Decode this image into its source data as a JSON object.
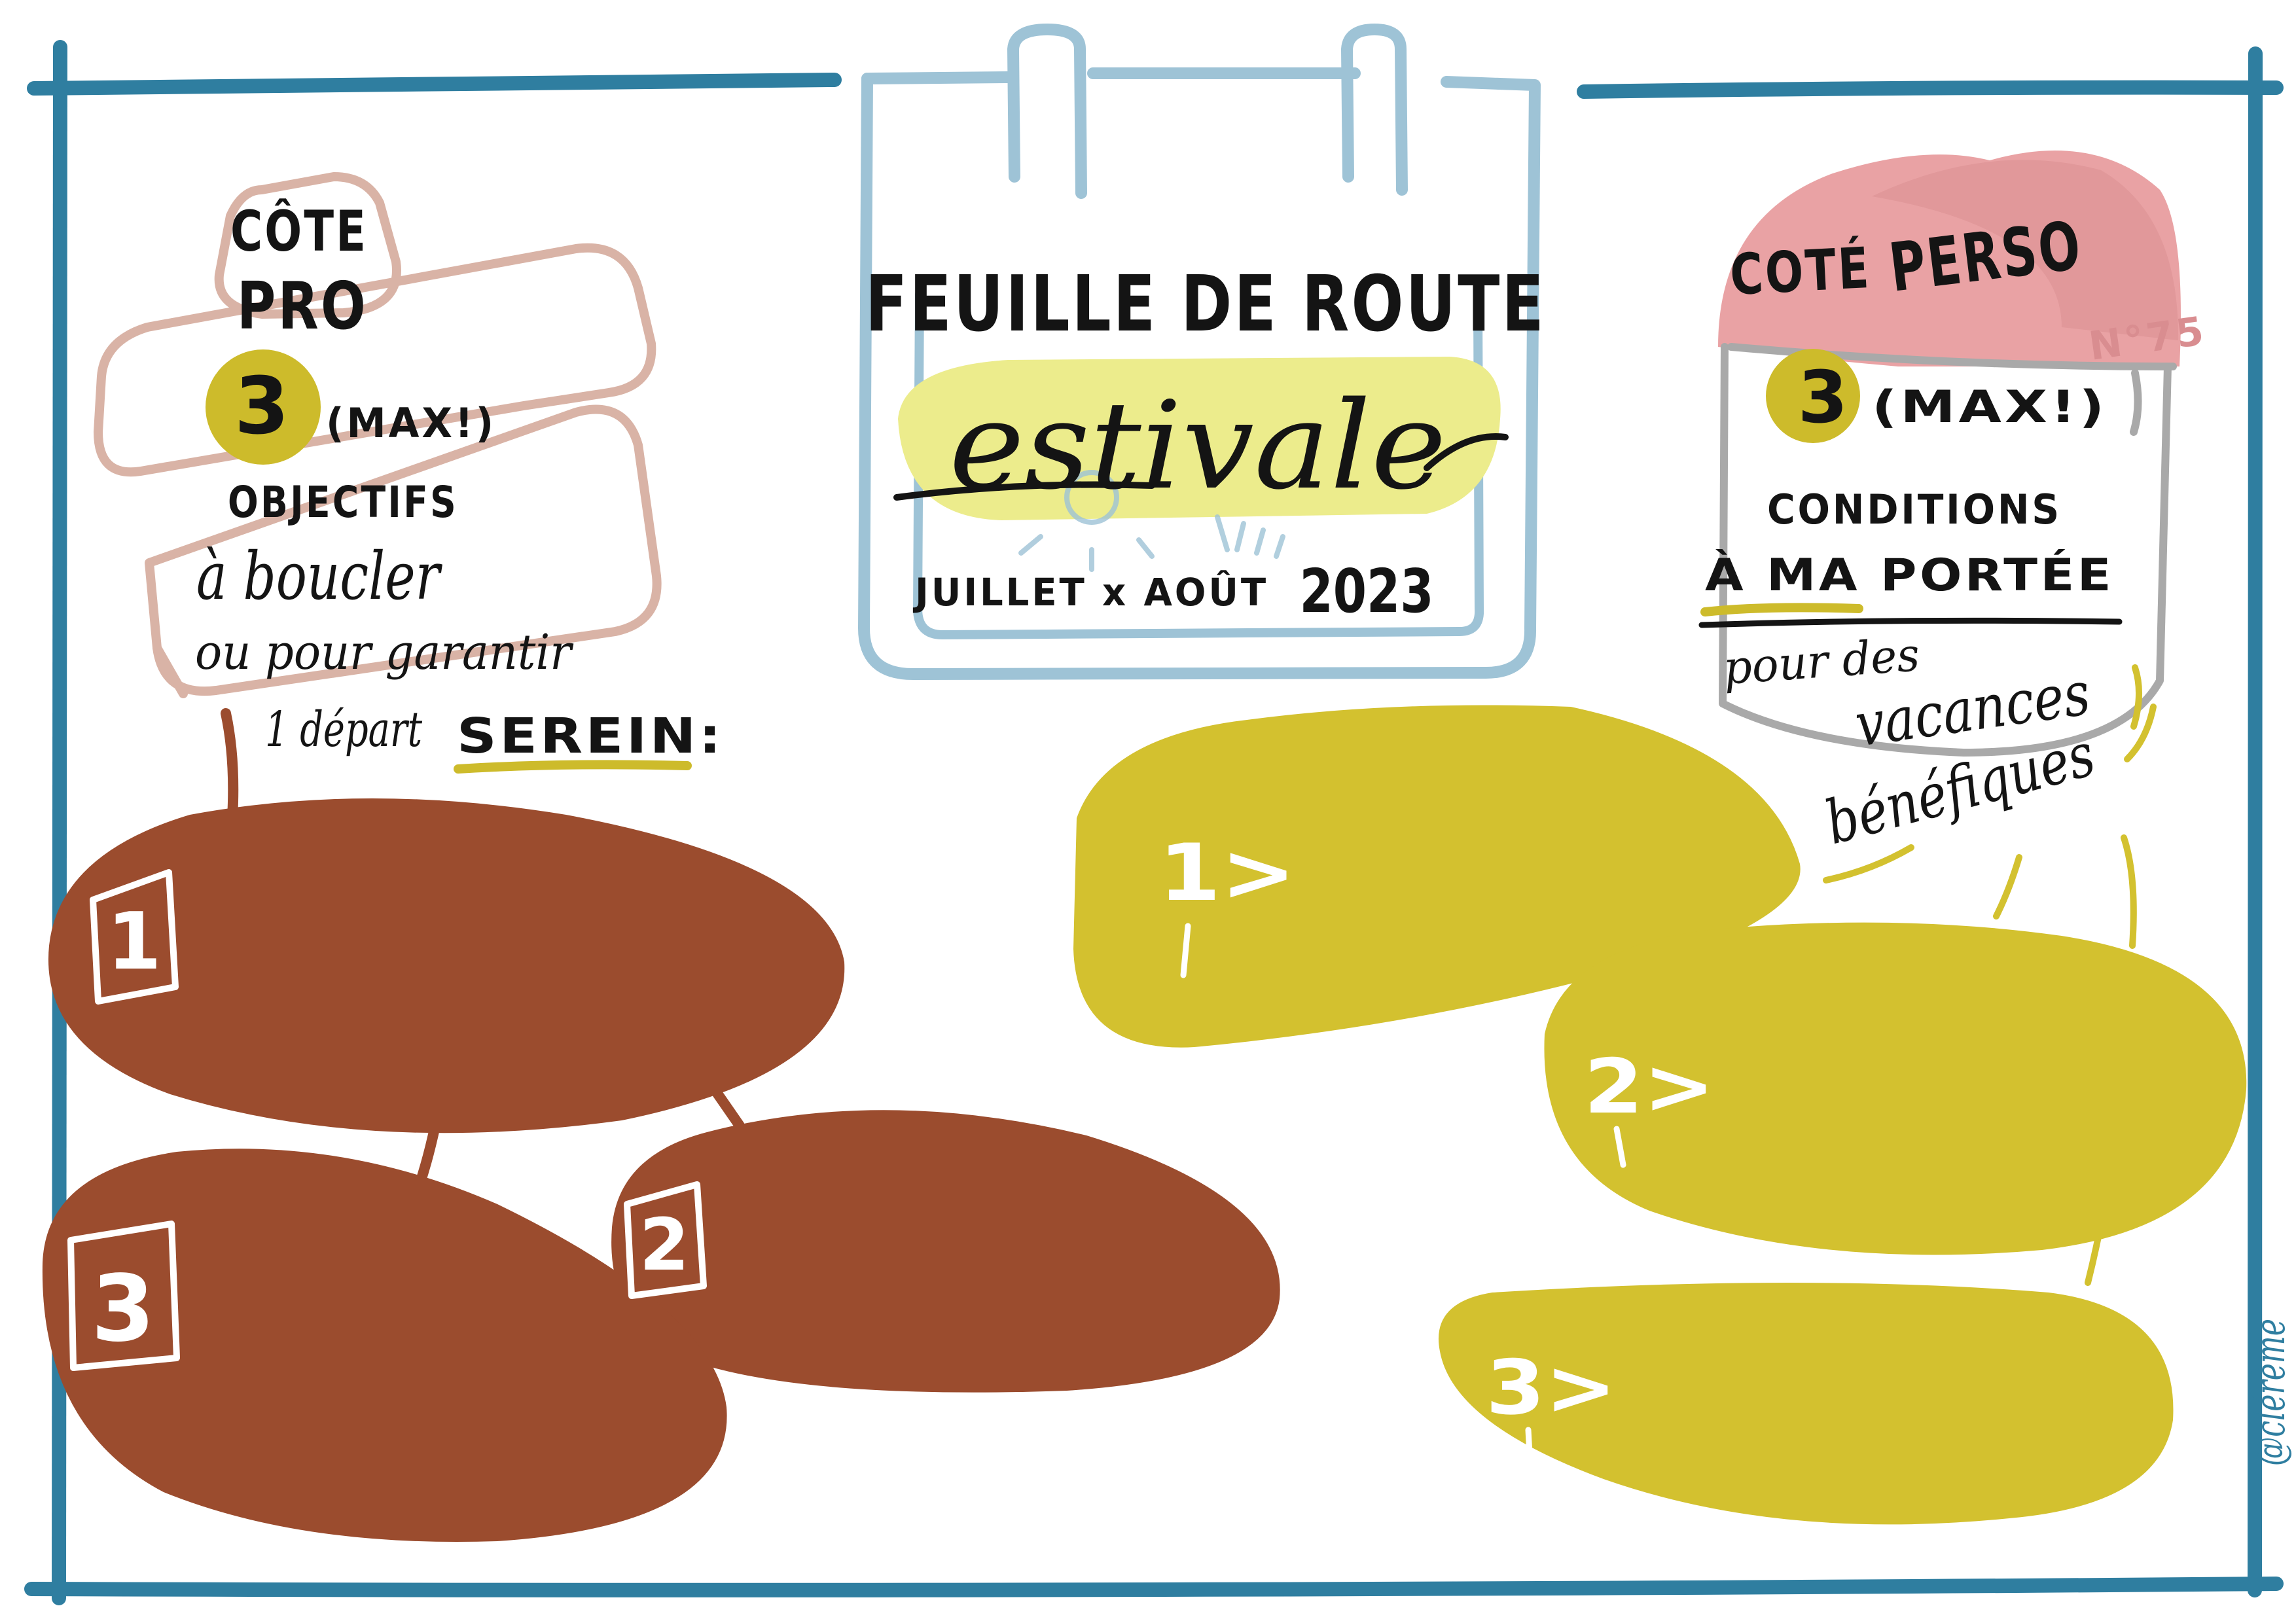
{
  "colors": {
    "frame": "#2f7ea0",
    "calendar": "#9ec3d6",
    "highlight": "#ecec8c",
    "pro_blob": "#9b4c2e",
    "perso_blob": "#d3c12f",
    "yellow_dot": "#cdbb2b",
    "pink": "#e9a2a4",
    "pro_icon_outline": "#d9b3a6",
    "perso_icon_outline": "#a9a9a9"
  },
  "calendar": {
    "title": "FEUILLE DE ROUTE",
    "subtitle": "estivale",
    "months": "JUILLET x AOÛT",
    "year": "2023"
  },
  "pro": {
    "heading_line1": "CÔTE",
    "heading_line2": "PRO",
    "count": "3",
    "max": "(MAX!)",
    "line_objectifs": "OBJECTIFS",
    "line_boucler": "à boucler",
    "line_garantir": "ou pour garantir",
    "line_depart": "1 départ",
    "line_serein": "SEREIN:",
    "items": [
      {
        "label": "1"
      },
      {
        "label": "2"
      },
      {
        "label": "3"
      }
    ]
  },
  "perso": {
    "heading_cote": "COTÉ",
    "heading_perso": "PERSO",
    "tag": "N°75",
    "count": "3",
    "max": "(MAX!)",
    "line_conditions": "CONDITIONS",
    "line_portee": "À  MA  PORTÉE",
    "line_pour": "pour des",
    "line_vacances": "vacances",
    "line_benefiques": "bénéfiques",
    "items": [
      {
        "label": "1>"
      },
      {
        "label": "2>"
      },
      {
        "label": "3>"
      }
    ]
  },
  "signature": "@clérème"
}
